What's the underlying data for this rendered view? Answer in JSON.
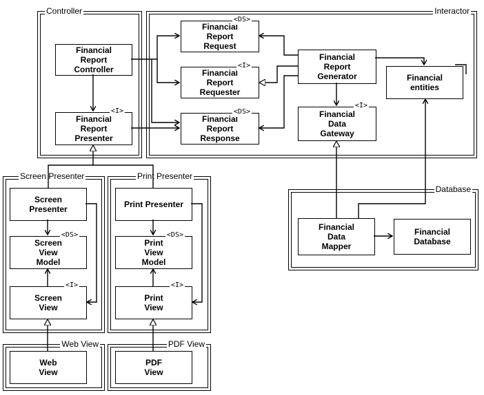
{
  "packages": {
    "controller": "Controller",
    "interactor": "Interactor",
    "screen_presenter": "Screen Presenter",
    "print_presenter": "Print Presenter",
    "database": "Database",
    "web_view": "Web View",
    "pdf_view": "PDF View"
  },
  "components": {
    "report_request": {
      "lines": [
        "Financial",
        "Report",
        "Request"
      ],
      "stereotype": "<DS>"
    },
    "report_requester": {
      "lines": [
        "Financial",
        "Report",
        "Requester"
      ],
      "stereotype": "<I>"
    },
    "report_response": {
      "lines": [
        "Financial",
        "Report",
        "Response"
      ],
      "stereotype": "<DS>"
    },
    "report_controller": {
      "lines": [
        "Financial",
        "Report",
        "Controller"
      ]
    },
    "report_presenter": {
      "lines": [
        "Financial",
        "Report",
        "Presenter"
      ],
      "stereotype": "<I>"
    },
    "report_generator": {
      "lines": [
        "Financial",
        "Report",
        "Generator"
      ]
    },
    "data_gateway": {
      "lines": [
        "Financial",
        "Data",
        "Gateway"
      ],
      "stereotype": "<I>"
    },
    "entities": {
      "lines": [
        "Financial",
        "entities"
      ]
    },
    "data_mapper": {
      "lines": [
        "Financial",
        "Data",
        "Mapper"
      ]
    },
    "database": {
      "lines": [
        "Financial",
        "Database"
      ]
    },
    "screen_presenter": {
      "lines": [
        "Screen",
        "Presenter"
      ]
    },
    "screen_view_model": {
      "lines": [
        "Screen",
        "View",
        "Model"
      ],
      "stereotype": "<DS>"
    },
    "screen_view": {
      "lines": [
        "Screen",
        "View"
      ],
      "stereotype": "<I>"
    },
    "print_presenter": {
      "lines": [
        "Print Presenter"
      ]
    },
    "print_view_model": {
      "lines": [
        "Print",
        "View",
        "Model"
      ],
      "stereotype": "<DS>"
    },
    "print_view": {
      "lines": [
        "Print",
        "View"
      ],
      "stereotype": "<I>"
    },
    "web_view": {
      "lines": [
        "Web",
        "View"
      ]
    },
    "pdf_view": {
      "lines": [
        "PDF",
        "View"
      ]
    }
  }
}
